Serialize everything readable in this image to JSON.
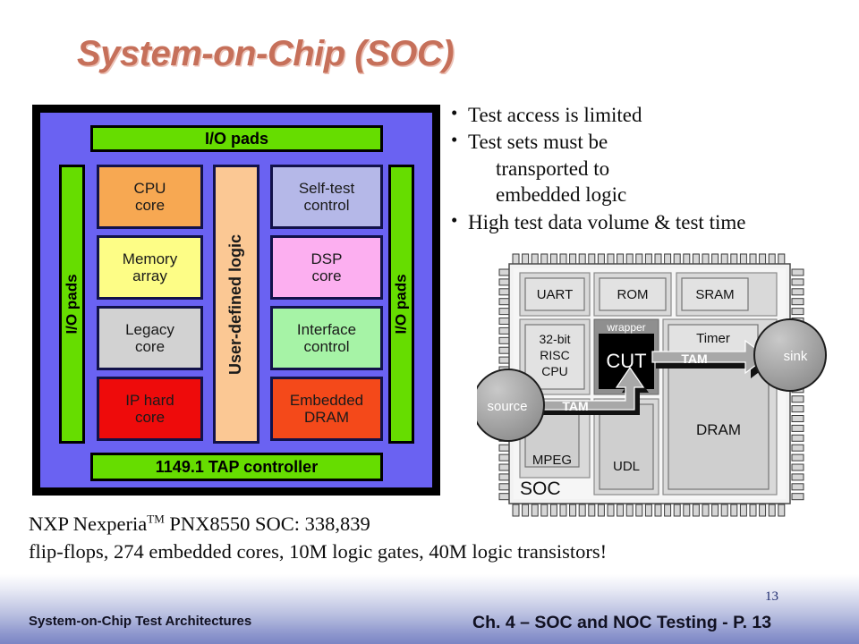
{
  "slide": {
    "title": "System-on-Chip (SOC)",
    "title_color": "#c6705a"
  },
  "soc_block_diagram": {
    "iopad_top": "I/O pads",
    "iopad_left": "I/O pads",
    "iopad_right": "I/O pads",
    "tap_controller": "1149.1 TAP controller",
    "pad_color": "#66dd00",
    "die_color": "#6a62f2",
    "center_block": {
      "label": "User-defined logic",
      "color": "#fbc894"
    },
    "left_column": [
      {
        "line1": "CPU",
        "line2": "core",
        "color": "#f7a852"
      },
      {
        "line1": "Memory",
        "line2": "array",
        "color": "#fdfd86"
      },
      {
        "line1": "Legacy",
        "line2": "core",
        "color": "#d2d2d2"
      },
      {
        "line1": "IP hard",
        "line2": "core",
        "color": "#ee0b0b"
      }
    ],
    "right_column": [
      {
        "line1": "Self-test",
        "line2": "control",
        "color": "#b5b8e8"
      },
      {
        "line1": "DSP",
        "line2": "core",
        "color": "#fcaff0"
      },
      {
        "line1": "Interface",
        "line2": "control",
        "color": "#a6f3a6"
      },
      {
        "line1": "Embedded",
        "line2": "DRAM",
        "color": "#f4491a"
      }
    ]
  },
  "bullets": [
    {
      "text": "Test access is limited",
      "continuations": []
    },
    {
      "text": "Test sets must be",
      "continuations": [
        "transported to",
        "embedded logic"
      ]
    },
    {
      "text": "High test data volume & test time",
      "continuations": []
    }
  ],
  "soc_chip_illustration": {
    "chip_label": "SOC",
    "blocks": [
      {
        "name": "UART"
      },
      {
        "name": "ROM"
      },
      {
        "name": "SRAM"
      },
      {
        "name": "32-bit RISC CPU",
        "lines": [
          "32-bit",
          "RISC",
          "CPU"
        ]
      },
      {
        "name": "Timer"
      },
      {
        "name": "DRAM"
      },
      {
        "name": "MPEG"
      },
      {
        "name": "UDL"
      }
    ],
    "cut_label": "CUT",
    "wrapper_label": "wrapper",
    "source_label": "source",
    "sink_label": "sink",
    "tam_label_in": "TAM",
    "tam_label_out": "TAM"
  },
  "caption": {
    "line1_a": "NXP Nexperia",
    "line1_tm": "TM",
    "line1_b": " PNX8550 SOC: 338,839",
    "line2": "flip-flops, 274 embedded cores, 10M logic gates, 40M logic transistors!"
  },
  "footer": {
    "left": "System-on-Chip Test Architectures",
    "right": "Ch. 4 – SOC and NOC Testing - P. 13",
    "page_number": "13"
  }
}
